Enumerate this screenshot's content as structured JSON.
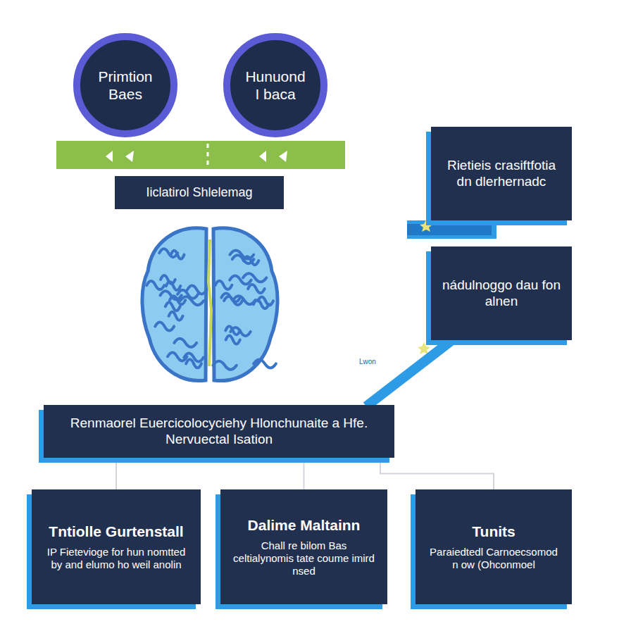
{
  "diagram": {
    "nodes": [
      {
        "text": [
          "Primtion Baes"
        ]
      },
      {
        "text": [
          "Hunuond I baca"
        ]
      },
      {
        "text": [
          "Iiclatirol Shlelemag"
        ]
      },
      {
        "text": [
          "Rietieis crasiftfotia dn dlerhernadc"
        ]
      },
      {
        "text": [
          "nádulnoggo dau fon alnen"
        ]
      },
      {
        "text": [
          "Renmaorel Euercicolocyciehy Hlonchunaite a Hfe. Nervuectal Isation"
        ]
      },
      {
        "text": [
          "Tntiolle Gurtenstall",
          "IP Fietevioge for hun nomtted by and elumo ho weil anolin"
        ]
      },
      {
        "text": [
          "Dalime Maltainn",
          "Chall re bilom Bas celtialynomis tate coume imird nsed"
        ]
      },
      {
        "text": [
          "Tunits",
          "Paraiedtedl Carnoecsomod n ow (Ohconmoel"
        ]
      }
    ],
    "edges": [
      {
        "from": 4,
        "to": 5,
        "arrow": "none"
      },
      {
        "from": 5,
        "to": 6,
        "arrow": "none"
      },
      {
        "from": 5,
        "to": 7,
        "arrow": "none"
      },
      {
        "from": 5,
        "to": 8,
        "arrow": "none"
      }
    ],
    "labels": [
      "Lwon"
    ]
  }
}
